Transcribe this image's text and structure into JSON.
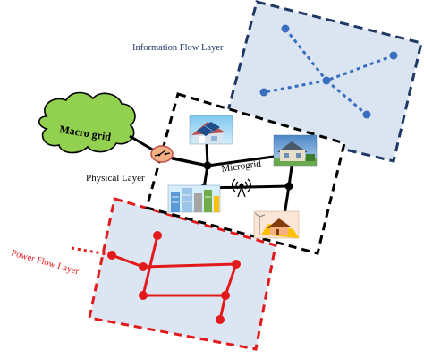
{
  "layers": {
    "information": {
      "label": "Information Flow Layer",
      "color": "#1f3864"
    },
    "physical": {
      "label": "Physical Layer",
      "color": "#000000"
    },
    "power": {
      "label": "Power Flow Layer",
      "color": "#e31a1c"
    }
  },
  "nodes": {
    "macro_grid": {
      "label": "Macro grid",
      "fill": "#92d050"
    },
    "microgrid": {
      "label": "Microgrid"
    }
  },
  "colors": {
    "info_fill": "#dbe5f1",
    "info_line": "#3a6fbf",
    "power_fill": "#dce6f2",
    "switch_fill": "#f4b183",
    "switch_stroke": "#c0504d"
  },
  "icons": [
    "house-solar-icon",
    "city-buildings-icon",
    "house-icon",
    "house-wind-icon",
    "antenna-icon",
    "switch-icon"
  ]
}
